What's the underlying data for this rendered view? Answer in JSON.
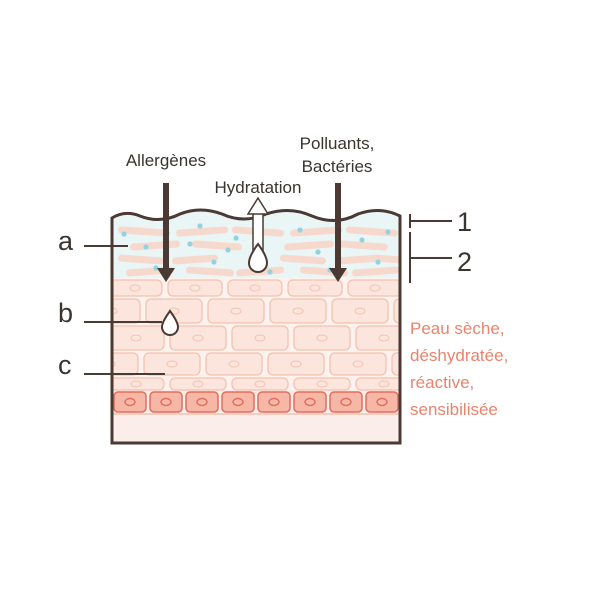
{
  "labels": {
    "allergens": "Allergènes",
    "hydration": "Hydratation",
    "pollutants_line1": "Polluants,",
    "pollutants_line2": "Bactéries",
    "a": "a",
    "b": "b",
    "c": "c",
    "one": "1",
    "two": "2"
  },
  "condition_lines": [
    "Peau sèche,",
    "déshydratée,",
    "réactive,",
    "sensibilisée"
  ],
  "colors": {
    "outline": "#4a3a33",
    "arrow": "#4a3a33",
    "top_layer": "#eaf5f6",
    "top_dots": "#93d3e1",
    "flat_cells": "#f6d8cc",
    "cells_fill": "#fbe5dc",
    "cells_stroke": "#f3c2b1",
    "basal_fill": "#f6b7a6",
    "basal_stroke": "#e26f5d",
    "dermis": "#fbeeea",
    "condition_text": "#e8846d"
  },
  "icons": [
    "arrow-down-icon",
    "arrow-up-icon",
    "water-drop-icon"
  ]
}
